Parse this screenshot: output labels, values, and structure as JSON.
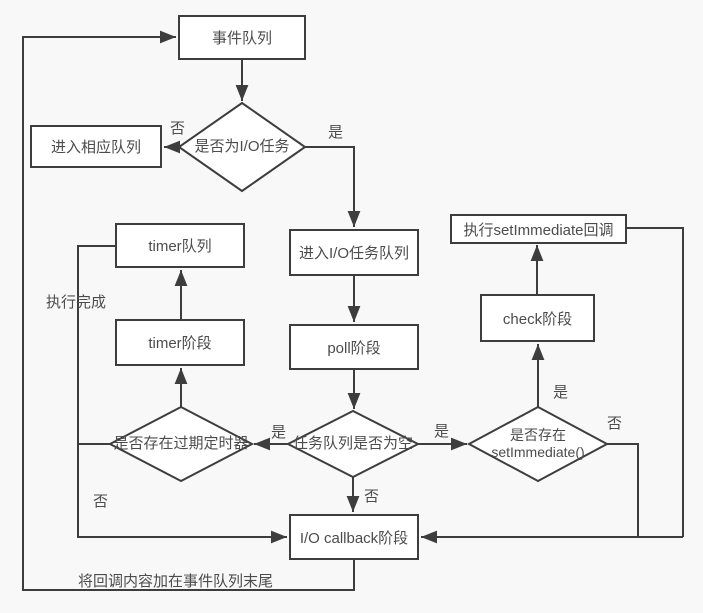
{
  "colors": {
    "background": "#f8f8f8",
    "node_fill": "#ffffff",
    "line_stroke": "#3d3d3d",
    "text": "#4c4c4c"
  },
  "nodes": {
    "event_queue": "事件队列",
    "is_io_task": "是否为I/O任务",
    "enter_corresponding_queue": "进入相应队列",
    "enter_io_task_queue": "进入I/O任务队列",
    "poll_phase": "poll阶段",
    "task_queue_empty": "任务队列是否为空",
    "expired_timers": "是否存在过期定时器",
    "timer_phase": "timer阶段",
    "timer_queue": "timer队列",
    "set_immediate_exists_line1": "是否存在",
    "set_immediate_exists_line2": "setImmediate()",
    "check_phase": "check阶段",
    "exec_set_immediate_callback": "执行setImmediate回调",
    "io_callback_phase": "I/O callback阶段"
  },
  "edge_labels": {
    "is_io_no": "否",
    "is_io_yes": "是",
    "task_empty_yes_left": "是",
    "task_empty_yes_right": "是",
    "task_empty_no": "否",
    "expired_timers_no": "否",
    "set_immediate_yes": "是",
    "set_immediate_no": "否",
    "exec_complete": "执行完成",
    "append_callback_to_event_queue": "将回调内容加在事件队列末尾"
  }
}
